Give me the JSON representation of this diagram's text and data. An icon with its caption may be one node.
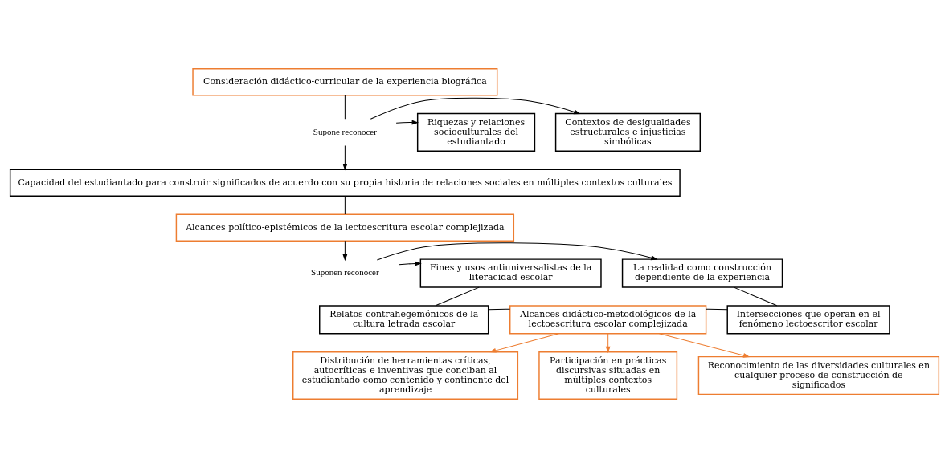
{
  "diagram": {
    "nodes": [
      {
        "text": [
          "Consideración didáctico-curricular de la experiencia biográfica"
        ]
      },
      {
        "text": [
          "Riquezas y relaciones socioculturales del estudiantado"
        ]
      },
      {
        "text": [
          "Supone reconocer"
        ]
      },
      {
        "text": [
          "Contextos de desigualdades estructurales e injusticias simbólicas"
        ]
      },
      {
        "text": [
          "Capacidad del estudiantado para construir significados de acuerdo con su propia historia de relaciones sociales en múltiples contextos culturales"
        ]
      },
      {
        "text": [
          "Alcances político-epistémicos de la lectoescritura escolar complejizada"
        ]
      },
      {
        "text": [
          "Fines y usos antiuniversalistas de la literacidad escolar"
        ]
      },
      {
        "text": [
          "Suponen reconocer"
        ]
      },
      {
        "text": [
          "La realidad como construcción dependiente de la experiencia"
        ]
      },
      {
        "text": [
          "Relatos contrahegemónicos de la cultura letrada escolar"
        ]
      },
      {
        "text": [
          "Alcances didáctico-metodológicos de la lectoescritura escolar complejizada"
        ]
      },
      {
        "text": [
          "Intersecciones que operan en el fenómeno lectoescritor escolar"
        ]
      },
      {
        "text": [
          "Distribución de herramientas críticas, autocríticas e inventivas que conciban al estudiantado como contenido y continente del aprendizaje"
        ]
      },
      {
        "text": [
          "Participación en prácticas discursivas situadas en múltiples contextos culturales"
        ]
      },
      {
        "text": [
          "Reconocimiento de las diversidades culturales en cualquier proceso de construcción de significados"
        ]
      }
    ],
    "edges": [
      {
        "from": 0,
        "to": 2,
        "arrow": "none"
      },
      {
        "from": 2,
        "to": 1,
        "arrow": "to"
      },
      {
        "from": 2,
        "to": 3,
        "arrow": "to"
      },
      {
        "from": 2,
        "to": 4,
        "arrow": "to"
      },
      {
        "from": 4,
        "to": 5,
        "arrow": "none"
      },
      {
        "from": 5,
        "to": 7,
        "arrow": "to"
      },
      {
        "from": 7,
        "to": 6,
        "arrow": "to"
      },
      {
        "from": 7,
        "to": 8,
        "arrow": "to"
      },
      {
        "from": 6,
        "to": 9,
        "arrow": "none"
      },
      {
        "from": 9,
        "to": 10,
        "arrow": "none"
      },
      {
        "from": 10,
        "to": 11,
        "arrow": "none"
      },
      {
        "from": 8,
        "to": 11,
        "arrow": "none"
      },
      {
        "from": 10,
        "to": 12,
        "arrow": "to",
        "color": "#ed7d31"
      },
      {
        "from": 10,
        "to": 13,
        "arrow": "to",
        "color": "#ed7d31"
      },
      {
        "from": 10,
        "to": 14,
        "arrow": "to",
        "color": "#ed7d31"
      }
    ]
  }
}
